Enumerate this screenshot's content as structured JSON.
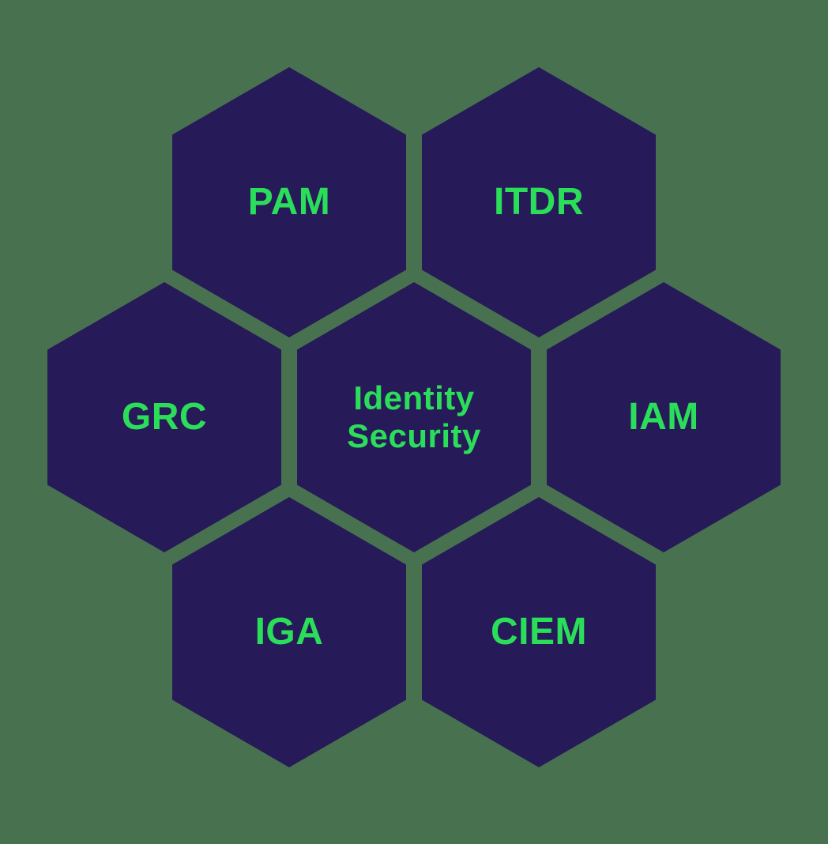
{
  "diagram": {
    "type": "honeycomb",
    "colors": {
      "background": "#47714f",
      "hexagon": "#271a58",
      "label": "#2bde5a"
    },
    "center_cell": {
      "id": "identity-security",
      "label": "Identity Security"
    },
    "cells": [
      {
        "id": "pam",
        "label": "PAM",
        "position": "top-left"
      },
      {
        "id": "itdr",
        "label": "ITDR",
        "position": "top-right"
      },
      {
        "id": "grc",
        "label": "GRC",
        "position": "middle-left"
      },
      {
        "id": "iam",
        "label": "IAM",
        "position": "middle-right"
      },
      {
        "id": "iga",
        "label": "IGA",
        "position": "bottom-left"
      },
      {
        "id": "ciem",
        "label": "CIEM",
        "position": "bottom-right"
      }
    ]
  }
}
